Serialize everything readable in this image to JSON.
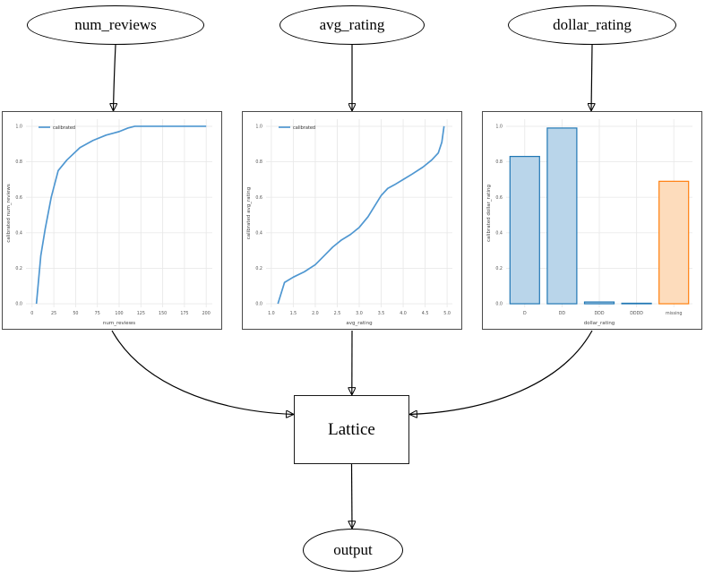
{
  "diagram": {
    "nodes": {
      "num_reviews": {
        "label": "num_reviews"
      },
      "avg_rating": {
        "label": "avg_rating"
      },
      "dollar_rating": {
        "label": "dollar_rating"
      },
      "lattice": {
        "label": "Lattice"
      },
      "output": {
        "label": "output"
      }
    }
  },
  "colors": {
    "line_blue": "#4f97d1",
    "bar_blue_fill": "#b9d5ea",
    "bar_blue_edge": "#2077b4",
    "bar_orange_fill": "#fddcbc",
    "bar_orange_edge": "#ff7f0e",
    "grid": "#e9e9e9",
    "tick_text": "#555555",
    "label_text": "#444444"
  },
  "chart_data": [
    {
      "type": "line",
      "title": "",
      "xlabel": "num_reviews",
      "ylabel": "calibrated num_reviews",
      "legend": [
        {
          "label": "calibrated",
          "color": "#4f97d1"
        }
      ],
      "legend_position": "upper left",
      "grid": true,
      "xlim": [
        -7,
        207
      ],
      "ylim": [
        -0.02,
        1.04
      ],
      "xticks": {
        "values": [
          0,
          25,
          50,
          75,
          100,
          125,
          150,
          175,
          200
        ],
        "labels": [
          "0",
          "25",
          "50",
          "75",
          "100",
          "125",
          "150",
          "175",
          "200"
        ]
      },
      "yticks": {
        "values": [
          0.0,
          0.2,
          0.4,
          0.6,
          0.8,
          1.0
        ],
        "labels": [
          "0.0",
          "0.2",
          "0.4",
          "0.6",
          "0.8",
          "1.0"
        ]
      },
      "series": [
        {
          "name": "calibrated",
          "x": [
            5,
            10,
            15,
            22,
            30,
            40,
            55,
            70,
            85,
            100,
            110,
            118,
            200
          ],
          "y": [
            0.0,
            0.27,
            0.42,
            0.6,
            0.75,
            0.81,
            0.88,
            0.92,
            0.95,
            0.97,
            0.99,
            1.0,
            1.0
          ],
          "color": "#4f97d1"
        }
      ]
    },
    {
      "type": "line",
      "title": "",
      "xlabel": "avg_rating",
      "ylabel": "calibrated avg_rating",
      "legend": [
        {
          "label": "calibrated",
          "color": "#4f97d1"
        }
      ],
      "legend_position": "upper left",
      "grid": true,
      "xlim": [
        0.88,
        5.12
      ],
      "ylim": [
        -0.02,
        1.04
      ],
      "xticks": {
        "values": [
          1.0,
          1.5,
          2.0,
          2.5,
          3.0,
          3.5,
          4.0,
          4.5,
          5.0
        ],
        "labels": [
          "1.0",
          "1.5",
          "2.0",
          "2.5",
          "3.0",
          "3.5",
          "4.0",
          "4.5",
          "5.0"
        ]
      },
      "yticks": {
        "values": [
          0.0,
          0.2,
          0.4,
          0.6,
          0.8,
          1.0
        ],
        "labels": [
          "0.0",
          "0.2",
          "0.4",
          "0.6",
          "0.8",
          "1.0"
        ]
      },
      "series": [
        {
          "name": "calibrated",
          "x": [
            1.15,
            1.3,
            1.5,
            1.75,
            2.0,
            2.2,
            2.4,
            2.6,
            2.8,
            3.0,
            3.2,
            3.35,
            3.5,
            3.65,
            3.8,
            4.0,
            4.2,
            4.45,
            4.65,
            4.8,
            4.88,
            4.93
          ],
          "y": [
            0.0,
            0.12,
            0.15,
            0.18,
            0.22,
            0.27,
            0.32,
            0.36,
            0.39,
            0.43,
            0.49,
            0.55,
            0.61,
            0.65,
            0.67,
            0.7,
            0.73,
            0.77,
            0.81,
            0.85,
            0.91,
            1.0
          ],
          "color": "#4f97d1"
        }
      ]
    },
    {
      "type": "bar",
      "title": "",
      "xlabel": "dollar_rating",
      "ylabel": "calibrated dollar_rating",
      "grid": true,
      "ylim": [
        -0.02,
        1.04
      ],
      "categories": [
        "D",
        "DD",
        "DDD",
        "DDDD",
        "missing"
      ],
      "values": [
        0.83,
        0.99,
        0.01,
        0.003,
        0.69
      ],
      "yticks": {
        "values": [
          0.0,
          0.2,
          0.4,
          0.6,
          0.8,
          1.0
        ],
        "labels": [
          "0.0",
          "0.2",
          "0.4",
          "0.6",
          "0.8",
          "1.0"
        ]
      },
      "bar_fills": [
        "#b9d5ea",
        "#b9d5ea",
        "#b9d5ea",
        "#b9d5ea",
        "#fddcbc"
      ],
      "bar_edges": [
        "#2077b4",
        "#2077b4",
        "#2077b4",
        "#2077b4",
        "#ff7f0e"
      ]
    }
  ]
}
